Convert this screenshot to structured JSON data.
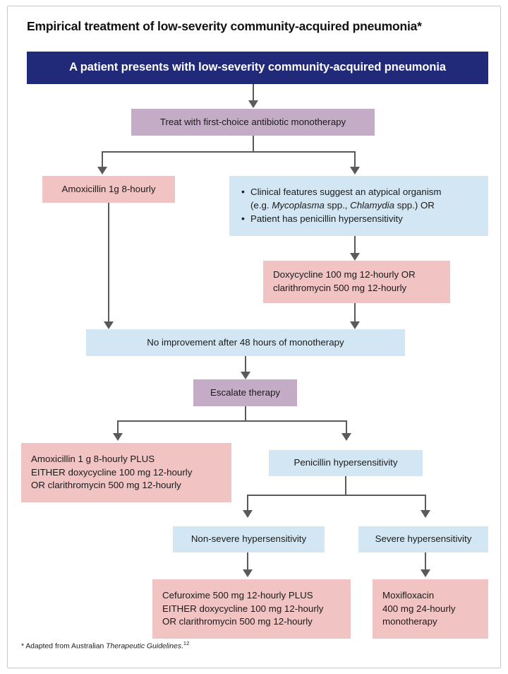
{
  "figure": {
    "title": "Empirical treatment of low-severity community-acquired pneumonia*",
    "footnote_prefix": "* Adapted from Australian ",
    "footnote_italic": "Therapeutic Guidelines",
    "footnote_suffix": ".",
    "footnote_ref": "12"
  },
  "colors": {
    "header_navy": "#202a78",
    "decision_purple": "#c4abc6",
    "drug_pink": "#f1c3c3",
    "condition_blue": "#d2e6f4",
    "connector_grey": "#5a5a5a",
    "frame_border": "#c9c9c9"
  },
  "nodes": {
    "presentation": {
      "label": "A patient presents with low-severity community-acquired pneumonia",
      "type": "header"
    },
    "first_choice": {
      "label": "Treat with first-choice antibiotic monotherapy",
      "type": "decision"
    },
    "amoxicillin": {
      "label": "Amoxicillin 1g 8-hourly",
      "type": "drug"
    },
    "atypical_criteria": {
      "type": "condition",
      "bullets": [
        {
          "line1_a": "Clinical features suggest an atypical organism",
          "line2_a": "(e.g. ",
          "line2_italic1": "Mycoplasma",
          "line2_b": " spp., ",
          "line2_italic2": "Chlamydia",
          "line2_c": " spp.) OR"
        },
        {
          "line1_a": "Patient has penicillin hypersensitivity"
        }
      ]
    },
    "doxycycline": {
      "type": "drug",
      "line1": "Doxycycline 100 mg 12-hourly OR",
      "line2": "clarithromycin 500 mg 12-hourly"
    },
    "no_improvement": {
      "label": "No improvement after 48 hours of monotherapy",
      "type": "condition"
    },
    "escalate": {
      "label": "Escalate therapy",
      "type": "decision"
    },
    "escalate_amoxicillin": {
      "type": "drug",
      "line1": "Amoxicillin 1 g 8-hourly PLUS",
      "line2": "EITHER doxycycline 100 mg 12-hourly",
      "line3": "OR clarithromycin 500 mg 12-hourly"
    },
    "penicillin_hypersensitivity": {
      "label": "Penicillin hypersensitivity",
      "type": "condition"
    },
    "non_severe": {
      "label": "Non-severe hypersensitivity",
      "type": "condition"
    },
    "severe": {
      "label": "Severe hypersensitivity",
      "type": "condition"
    },
    "cefuroxime": {
      "type": "drug",
      "line1": "Cefuroxime 500 mg 12-hourly PLUS",
      "line2": "EITHER doxycycline 100 mg 12-hourly",
      "line3": "OR clarithromycin 500 mg 12-hourly"
    },
    "moxifloxacin": {
      "type": "drug",
      "line1": "Moxifloxacin",
      "line2": "400 mg 24-hourly",
      "line3": "monotherapy"
    }
  }
}
